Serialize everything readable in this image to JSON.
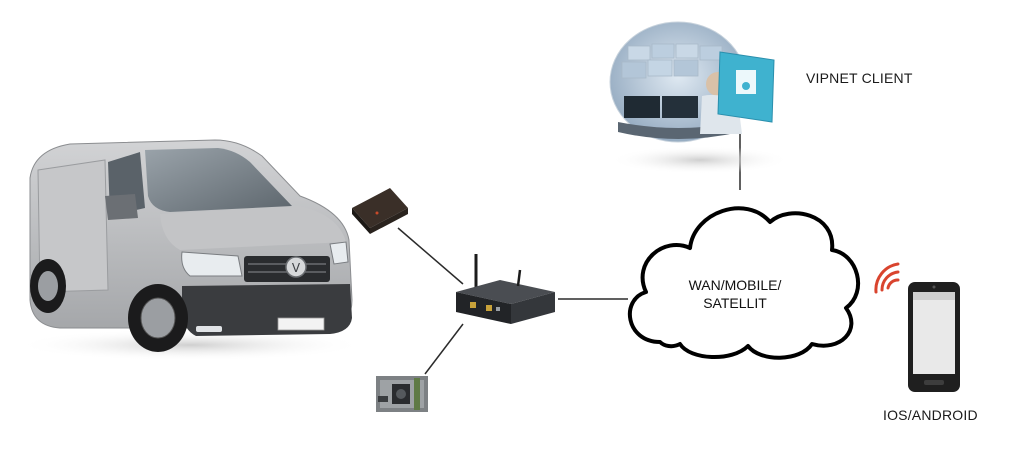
{
  "nodes": {
    "vipnet_client": {
      "label": "VIPNET CLIENT"
    },
    "network": {
      "label_line1": "WAN/MOBILE/",
      "label_line2": "SATELLIT"
    },
    "mobile": {
      "label": "IOS/ANDROID"
    }
  },
  "colors": {
    "van_body": "#b9babc",
    "connector": "#2b2b2b",
    "cloud_stroke": "#000000",
    "wifi_waves": "#d9442e",
    "phone_body": "#1f1f1f"
  },
  "icons": [
    "van-image",
    "dvr-box-icon",
    "gateway-router-icon",
    "camera-module-icon",
    "monitoring-room-image",
    "cloud-icon",
    "smartphone-icon",
    "wifi-signal-icon"
  ]
}
